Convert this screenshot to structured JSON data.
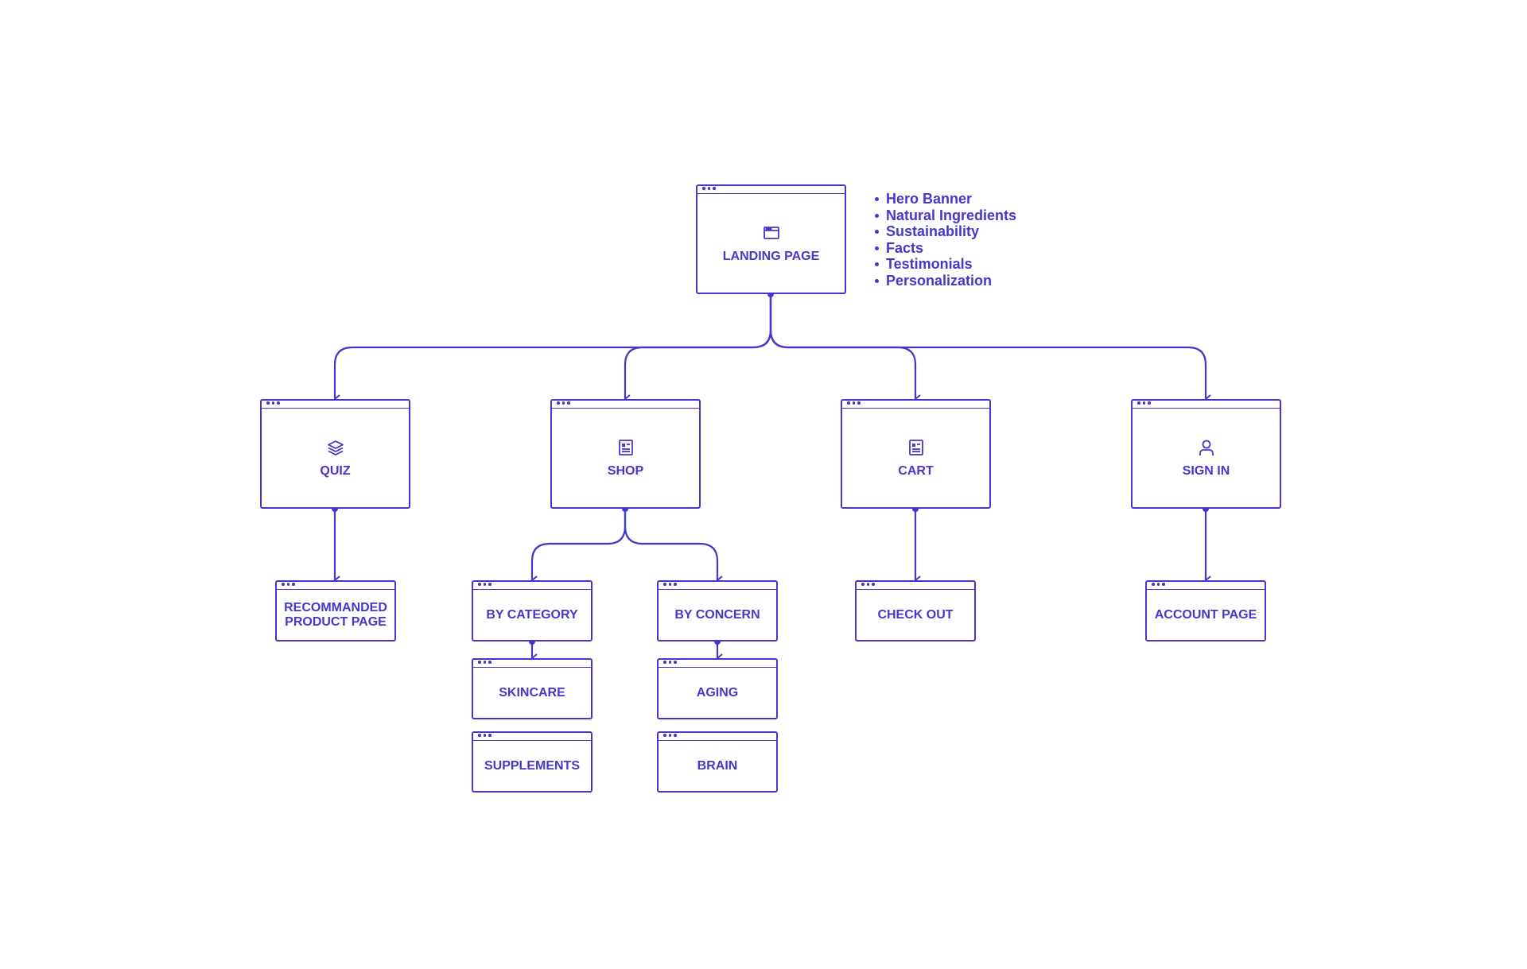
{
  "colors": {
    "accent": "#4338ca",
    "background": "#ffffff"
  },
  "root": {
    "label": "LANDING PAGE",
    "icon": "browser-window-icon"
  },
  "landing_notes": [
    "Hero Banner",
    "Natural Ingredients",
    "Sustainability",
    "Facts",
    "Testimonials",
    "Personalization"
  ],
  "sections": {
    "quiz": {
      "label": "QUIZ",
      "icon": "layers-icon"
    },
    "shop": {
      "label": "SHOP",
      "icon": "document-icon"
    },
    "cart": {
      "label": "CART",
      "icon": "document-icon"
    },
    "signin": {
      "label": "SIGN IN",
      "icon": "user-icon"
    }
  },
  "subpages": {
    "recommanded": "RECOMMANDED PRODUCT PAGE",
    "by_category": "BY CATEGORY",
    "by_concern": "BY CONCERN",
    "check_out": "CHECK OUT",
    "account_page": "ACCOUNT PAGE",
    "skincare": "SKINCARE",
    "supplements": "SUPPLEMENTS",
    "aging": "AGING",
    "brain": "BRAIN"
  }
}
